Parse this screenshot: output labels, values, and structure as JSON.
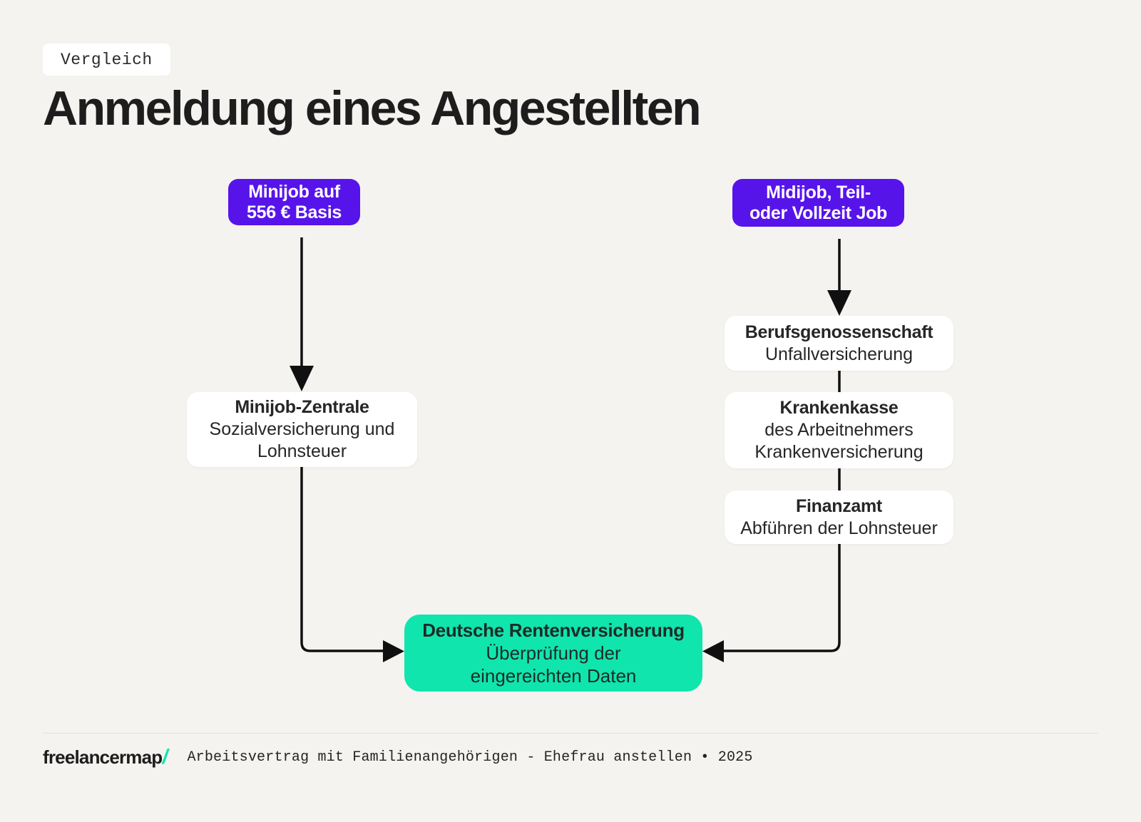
{
  "badge": {
    "label": "Vergleich"
  },
  "title": "Anmeldung eines Angestellten",
  "flowchart": {
    "left_branch": {
      "root": {
        "line1": "Minijob auf",
        "line2": "556 € Basis"
      },
      "node": {
        "title": "Minijob-Zentrale",
        "subtitle_line1": "Sozialversicherung und",
        "subtitle_line2": "Lohnsteuer"
      }
    },
    "right_branch": {
      "root": {
        "line1": "Midijob, Teil-",
        "line2": "oder Vollzeit Job"
      },
      "node1": {
        "title": "Berufsgenossenschaft",
        "subtitle_line1": "Unfallversicherung"
      },
      "node2": {
        "title": "Krankenkasse",
        "subtitle_line1": "des Arbeitnehmers",
        "subtitle_line2": "Krankenversicherung"
      },
      "node3": {
        "title": "Finanzamt",
        "subtitle_line1": "Abführen der Lohnsteuer"
      }
    },
    "merge_node": {
      "title": "Deutsche Rentenversicherung",
      "subtitle_line1": "Überprüfung der",
      "subtitle_line2": "eingereichten Daten"
    }
  },
  "footer": {
    "logo": "freelancermap",
    "logo_slash": "/",
    "caption": "Arbeitsvertrag mit Familienangehörigen - Ehefrau anstellen • 2025"
  },
  "colors": {
    "background": "#f4f3f0",
    "accent_purple": "#5714ea",
    "accent_teal": "#10e5ad",
    "connector_black": "#101010"
  }
}
